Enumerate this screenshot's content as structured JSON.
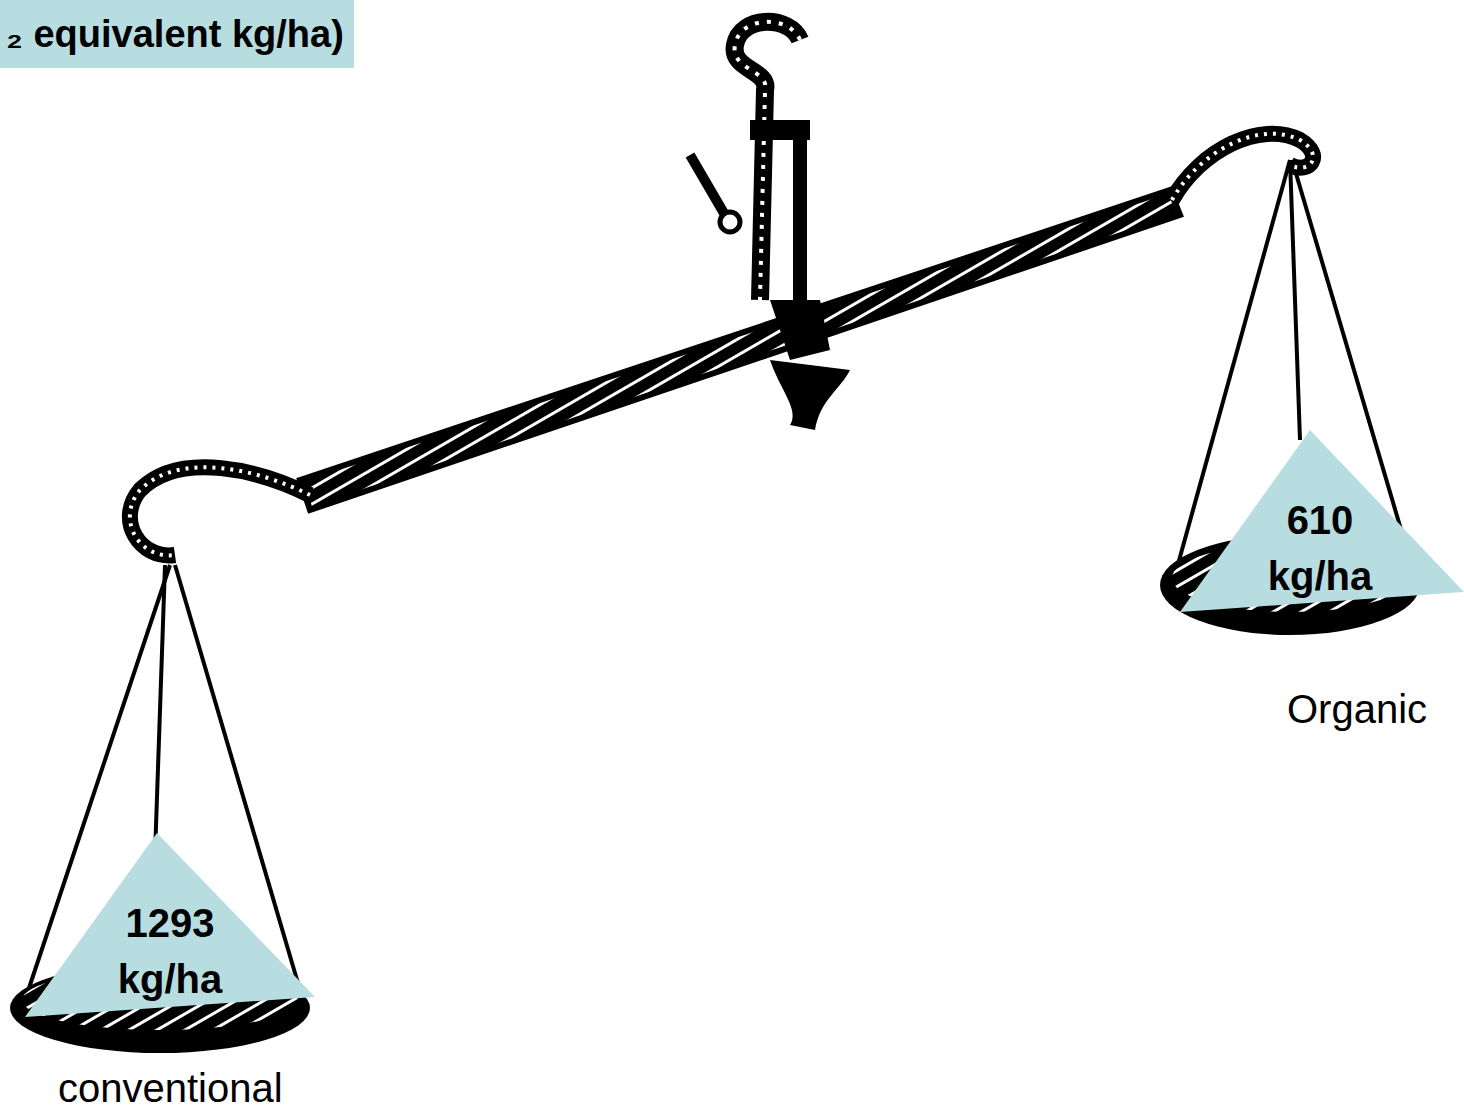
{
  "diagram": {
    "title": "₂ equivalent kg/ha)",
    "nodes": [
      {
        "text": [
          "1293 kg/ha"
        ]
      },
      {
        "text": [
          "610 kg/ha"
        ]
      }
    ],
    "labels": [
      "conventional",
      "Organic"
    ]
  }
}
